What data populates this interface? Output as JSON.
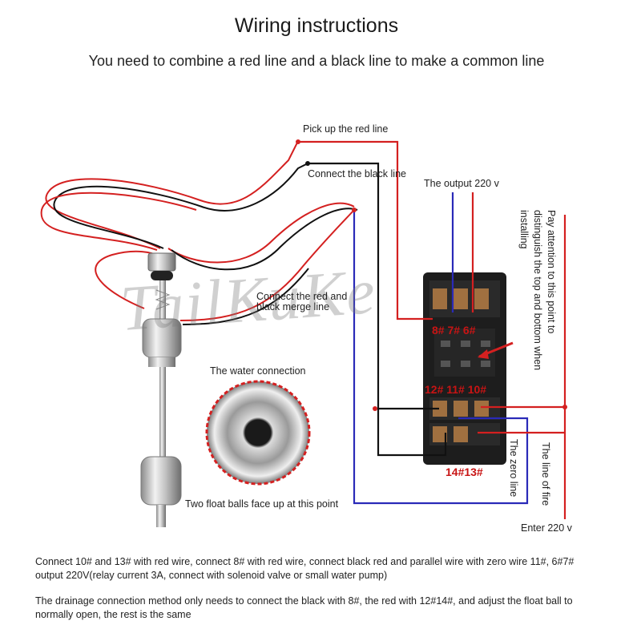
{
  "title": "Wiring instructions",
  "subtitle": "You need to combine a red line and a black line to make a common line",
  "labels": {
    "pick_red": "Pick up the red line",
    "connect_black": "Connect the black line",
    "output": "The output 220 v",
    "merge": "Connect the red and black merge line",
    "water": "The water connection",
    "float_balls": "Two float balls face up at this point",
    "enter": "Enter 220 v",
    "attention": "Pay attention to this point to distinguish the top and bottom when installing",
    "fire": "The line of fire",
    "zero": "The zero line"
  },
  "pins": {
    "top": "8# 7# 6#",
    "middle": "12# 11# 10#",
    "bottom": "14#13#"
  },
  "watermark": "TailKuKe",
  "notes": {
    "line1": "Connect 10# and 13# with red wire, connect 8# with red wire, connect black red and parallel wire with zero wire 11#, 6#7# output 220V(relay current 3A, connect with solenoid valve or small water pump)",
    "line2": "The drainage connection method only needs to connect the black with 8#, the red with 12#14#, and adjust the float ball to normally open, the rest is the same"
  },
  "colors": {
    "red": "#d42020",
    "black": "#111111",
    "blue": "#2a2ab8"
  }
}
